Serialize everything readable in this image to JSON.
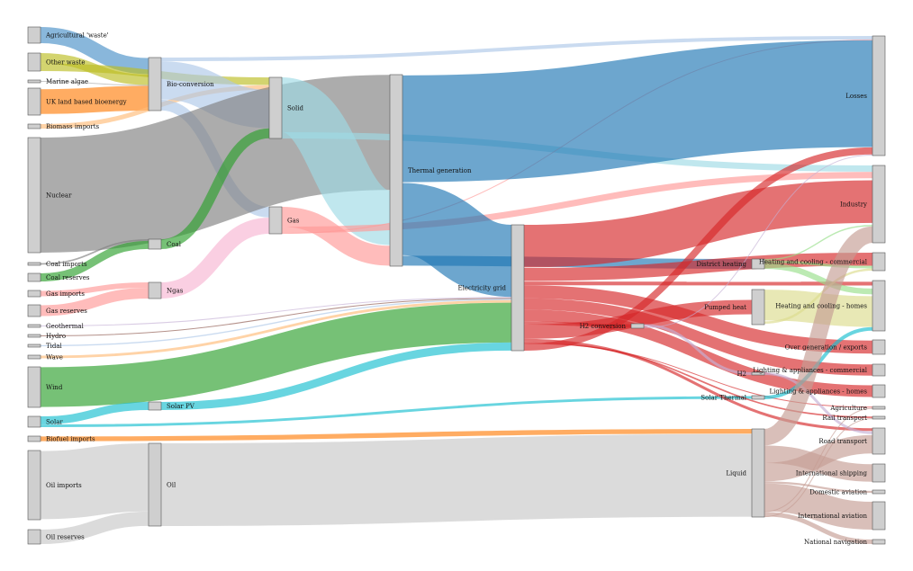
{
  "nodes": [
    {
      "id": "agri",
      "label": "Agricultural 'waste'"
    },
    {
      "id": "other_waste",
      "label": "Other waste"
    },
    {
      "id": "marine",
      "label": "Marine algae"
    },
    {
      "id": "uk_bio",
      "label": "UK land based bioenergy"
    },
    {
      "id": "bio_imports",
      "label": "Biomass imports"
    },
    {
      "id": "nuclear",
      "label": "Nuclear"
    },
    {
      "id": "coal_imports",
      "label": "Coal imports"
    },
    {
      "id": "coal_reserves",
      "label": "Coal reserves"
    },
    {
      "id": "gas_imports",
      "label": "Gas imports"
    },
    {
      "id": "gas_reserves",
      "label": "Gas reserves"
    },
    {
      "id": "geothermal",
      "label": "Geothermal"
    },
    {
      "id": "hydro",
      "label": "Hydro"
    },
    {
      "id": "tidal",
      "label": "Tidal"
    },
    {
      "id": "wave",
      "label": "Wave"
    },
    {
      "id": "wind",
      "label": "Wind"
    },
    {
      "id": "solar",
      "label": "Solar"
    },
    {
      "id": "biofuel_imports",
      "label": "Biofuel imports"
    },
    {
      "id": "oil_imports",
      "label": "Oil imports"
    },
    {
      "id": "oil_reserves",
      "label": "Oil reserves"
    },
    {
      "id": "bio_conv",
      "label": "Bio-conversion"
    },
    {
      "id": "coal",
      "label": "Coal"
    },
    {
      "id": "ngas",
      "label": "Ngas"
    },
    {
      "id": "solar_pv",
      "label": "Solar PV"
    },
    {
      "id": "oil",
      "label": "Oil"
    },
    {
      "id": "solid",
      "label": "Solid"
    },
    {
      "id": "gas",
      "label": "Gas"
    },
    {
      "id": "thermal",
      "label": "Thermal generation"
    },
    {
      "id": "grid",
      "label": "Electricity grid"
    },
    {
      "id": "h2conv",
      "label": "H2 conversion"
    },
    {
      "id": "district",
      "label": "District heating"
    },
    {
      "id": "pumped",
      "label": "Pumped heat"
    },
    {
      "id": "h2",
      "label": "H2"
    },
    {
      "id": "solar_thermal",
      "label": "Solar Thermal"
    },
    {
      "id": "liquid",
      "label": "Liquid"
    },
    {
      "id": "losses",
      "label": "Losses"
    },
    {
      "id": "industry",
      "label": "Industry"
    },
    {
      "id": "hc_comm",
      "label": "Heating and cooling - commercial"
    },
    {
      "id": "hc_homes",
      "label": "Heating and cooling - homes"
    },
    {
      "id": "over_gen",
      "label": "Over generation / exports"
    },
    {
      "id": "la_comm",
      "label": "Lighting & appliances - commercial"
    },
    {
      "id": "la_homes",
      "label": "Lighting & appliances - homes"
    },
    {
      "id": "agriculture",
      "label": "Agriculture"
    },
    {
      "id": "rail",
      "label": "Rail transport"
    },
    {
      "id": "road",
      "label": "Road transport"
    },
    {
      "id": "intl_ship",
      "label": "International shipping"
    },
    {
      "id": "dom_avi",
      "label": "Domestic aviation"
    },
    {
      "id": "intl_avi",
      "label": "International aviation"
    },
    {
      "id": "nat_nav",
      "label": "National navigation"
    }
  ],
  "links": [
    {
      "source": "agri",
      "target": "bio_conv",
      "value": 124.7,
      "color": "#4a90c8"
    },
    {
      "source": "other_waste",
      "target": "bio_conv",
      "value": 77.8,
      "color": "#bcbd22"
    },
    {
      "source": "other_waste",
      "target": "solid",
      "value": 56.6,
      "color": "#bcbd22"
    },
    {
      "source": "marine",
      "target": "bio_conv",
      "value": 4.4,
      "color": "#aaaaaa"
    },
    {
      "source": "uk_bio",
      "target": "bio_conv",
      "value": 182.0,
      "color": "#ff7f0e"
    },
    {
      "source": "bio_imports",
      "target": "solid",
      "value": 35,
      "color": "#ffbb78"
    },
    {
      "source": "bio_conv",
      "target": "losses",
      "value": 26.9,
      "color": "#aec7e8"
    },
    {
      "source": "bio_conv",
      "target": "solid",
      "value": 280.3,
      "color": "#aec7e8"
    },
    {
      "source": "bio_conv",
      "target": "gas",
      "value": 81.1,
      "color": "#aec7e8"
    },
    {
      "source": "nuclear",
      "target": "thermal",
      "value": 839.9,
      "color": "#7f7f7f"
    },
    {
      "source": "coal_imports",
      "target": "coal",
      "value": 11.6,
      "color": "#7f7f7f"
    },
    {
      "source": "coal_reserves",
      "target": "coal",
      "value": 63.9,
      "color": "#2ca02c"
    },
    {
      "source": "coal",
      "target": "solid",
      "value": 75.6,
      "color": "#2ca02c"
    },
    {
      "source": "gas_imports",
      "target": "ngas",
      "value": 40.7,
      "color": "#ff9896"
    },
    {
      "source": "gas_reserves",
      "target": "ngas",
      "value": 82.2,
      "color": "#ff9896"
    },
    {
      "source": "ngas",
      "target": "gas",
      "value": 122.9,
      "color": "#f7b6d2"
    },
    {
      "source": "solid",
      "target": "thermal",
      "value": 400.1,
      "color": "#9edae5"
    },
    {
      "source": "solid",
      "target": "industry",
      "value": 46.5,
      "color": "#9edae5"
    },
    {
      "source": "gas",
      "target": "thermal",
      "value": 151.9,
      "color": "#ff9896"
    },
    {
      "source": "gas",
      "target": "industry",
      "value": 48.6,
      "color": "#ff9896"
    },
    {
      "source": "gas",
      "target": "losses",
      "value": 5,
      "color": "#ff9896"
    },
    {
      "source": "thermal",
      "target": "losses",
      "value": 787.1,
      "color": "#1f77b4"
    },
    {
      "source": "thermal",
      "target": "grid",
      "value": 525.5,
      "color": "#1f77b4"
    },
    {
      "source": "thermal",
      "target": "district",
      "value": 79.3,
      "color": "#1f77b4"
    },
    {
      "source": "geothermal",
      "target": "grid",
      "value": 7.0,
      "color": "#c5b0d5"
    },
    {
      "source": "hydro",
      "target": "grid",
      "value": 6.9,
      "color": "#8c564b"
    },
    {
      "source": "tidal",
      "target": "grid",
      "value": 9.0,
      "color": "#aec7e8"
    },
    {
      "source": "wave",
      "target": "grid",
      "value": 19.0,
      "color": "#ffbb78"
    },
    {
      "source": "wind",
      "target": "grid",
      "value": 289.4,
      "color": "#2ca02c"
    },
    {
      "source": "solar",
      "target": "solar_pv",
      "value": 59.9,
      "color": "#17becf"
    },
    {
      "source": "solar",
      "target": "solar_thermal",
      "value": 19.3,
      "color": "#17becf"
    },
    {
      "source": "solar_pv",
      "target": "grid",
      "value": 59.9,
      "color": "#17becf"
    },
    {
      "source": "grid",
      "target": "industry",
      "value": 342.2,
      "color": "#d62728"
    },
    {
      "source": "grid",
      "target": "hc_comm",
      "value": 113.7,
      "color": "#d62728"
    },
    {
      "source": "grid",
      "target": "hc_homes",
      "value": 30,
      "color": "#d62728"
    },
    {
      "source": "grid",
      "target": "over_gen",
      "value": 104.5,
      "color": "#d62728"
    },
    {
      "source": "grid",
      "target": "la_comm",
      "value": 90.0,
      "color": "#d62728"
    },
    {
      "source": "grid",
      "target": "la_homes",
      "value": 93.5,
      "color": "#d62728"
    },
    {
      "source": "grid",
      "target": "h2conv",
      "value": 27.1,
      "color": "#d62728"
    },
    {
      "source": "grid",
      "target": "pumped",
      "value": 115.6,
      "color": "#d62728"
    },
    {
      "source": "grid",
      "target": "road",
      "value": 22,
      "color": "#d62728"
    },
    {
      "source": "grid",
      "target": "rail",
      "value": 12,
      "color": "#d62728"
    },
    {
      "source": "grid",
      "target": "agriculture",
      "value": 4,
      "color": "#d62728"
    },
    {
      "source": "grid",
      "target": "losses",
      "value": 56.7,
      "color": "#d62728"
    },
    {
      "source": "h2conv",
      "target": "h2",
      "value": 20.9,
      "color": "#c5b0d5"
    },
    {
      "source": "h2conv",
      "target": "losses",
      "value": 6.2,
      "color": "#c5b0d5"
    },
    {
      "source": "h2",
      "target": "road",
      "value": 20.9,
      "color": "#c5b0d5"
    },
    {
      "source": "district",
      "target": "industry",
      "value": 10.6,
      "color": "#98df8a"
    },
    {
      "source": "district",
      "target": "hc_comm",
      "value": 22.5,
      "color": "#98df8a"
    },
    {
      "source": "district",
      "target": "hc_homes",
      "value": 46.2,
      "color": "#98df8a"
    },
    {
      "source": "pumped",
      "target": "hc_homes",
      "value": 150,
      "color": "#dbdb8d"
    },
    {
      "source": "pumped",
      "target": "hc_comm",
      "value": 20,
      "color": "#dbdb8d"
    },
    {
      "source": "solar_thermal",
      "target": "hc_homes",
      "value": 19.3,
      "color": "#17becf"
    },
    {
      "source": "biofuel_imports",
      "target": "liquid",
      "value": 35,
      "color": "#ff7f0e"
    },
    {
      "source": "oil_imports",
      "target": "oil",
      "value": 504.3,
      "color": "#c7c7c7"
    },
    {
      "source": "oil_reserves",
      "target": "oil",
      "value": 107.7,
      "color": "#c7c7c7"
    },
    {
      "source": "oil",
      "target": "liquid",
      "value": 611.99,
      "color": "#c7c7c7"
    },
    {
      "source": "liquid",
      "target": "industry",
      "value": 121.1,
      "color": "#c49c94"
    },
    {
      "source": "liquid",
      "target": "intl_ship",
      "value": 128.69,
      "color": "#c49c94"
    },
    {
      "source": "liquid",
      "target": "road",
      "value": 135.8,
      "color": "#c49c94"
    },
    {
      "source": "liquid",
      "target": "dom_avi",
      "value": 14.5,
      "color": "#c49c94"
    },
    {
      "source": "liquid",
      "target": "intl_avi",
      "value": 206.0,
      "color": "#c49c94"
    },
    {
      "source": "liquid",
      "target": "agriculture",
      "value": 3.6,
      "color": "#c49c94"
    },
    {
      "source": "liquid",
      "target": "nat_nav",
      "value": 33.2,
      "color": "#c49c94"
    },
    {
      "source": "liquid",
      "target": "rail",
      "value": 4.4,
      "color": "#c49c94"
    }
  ]
}
